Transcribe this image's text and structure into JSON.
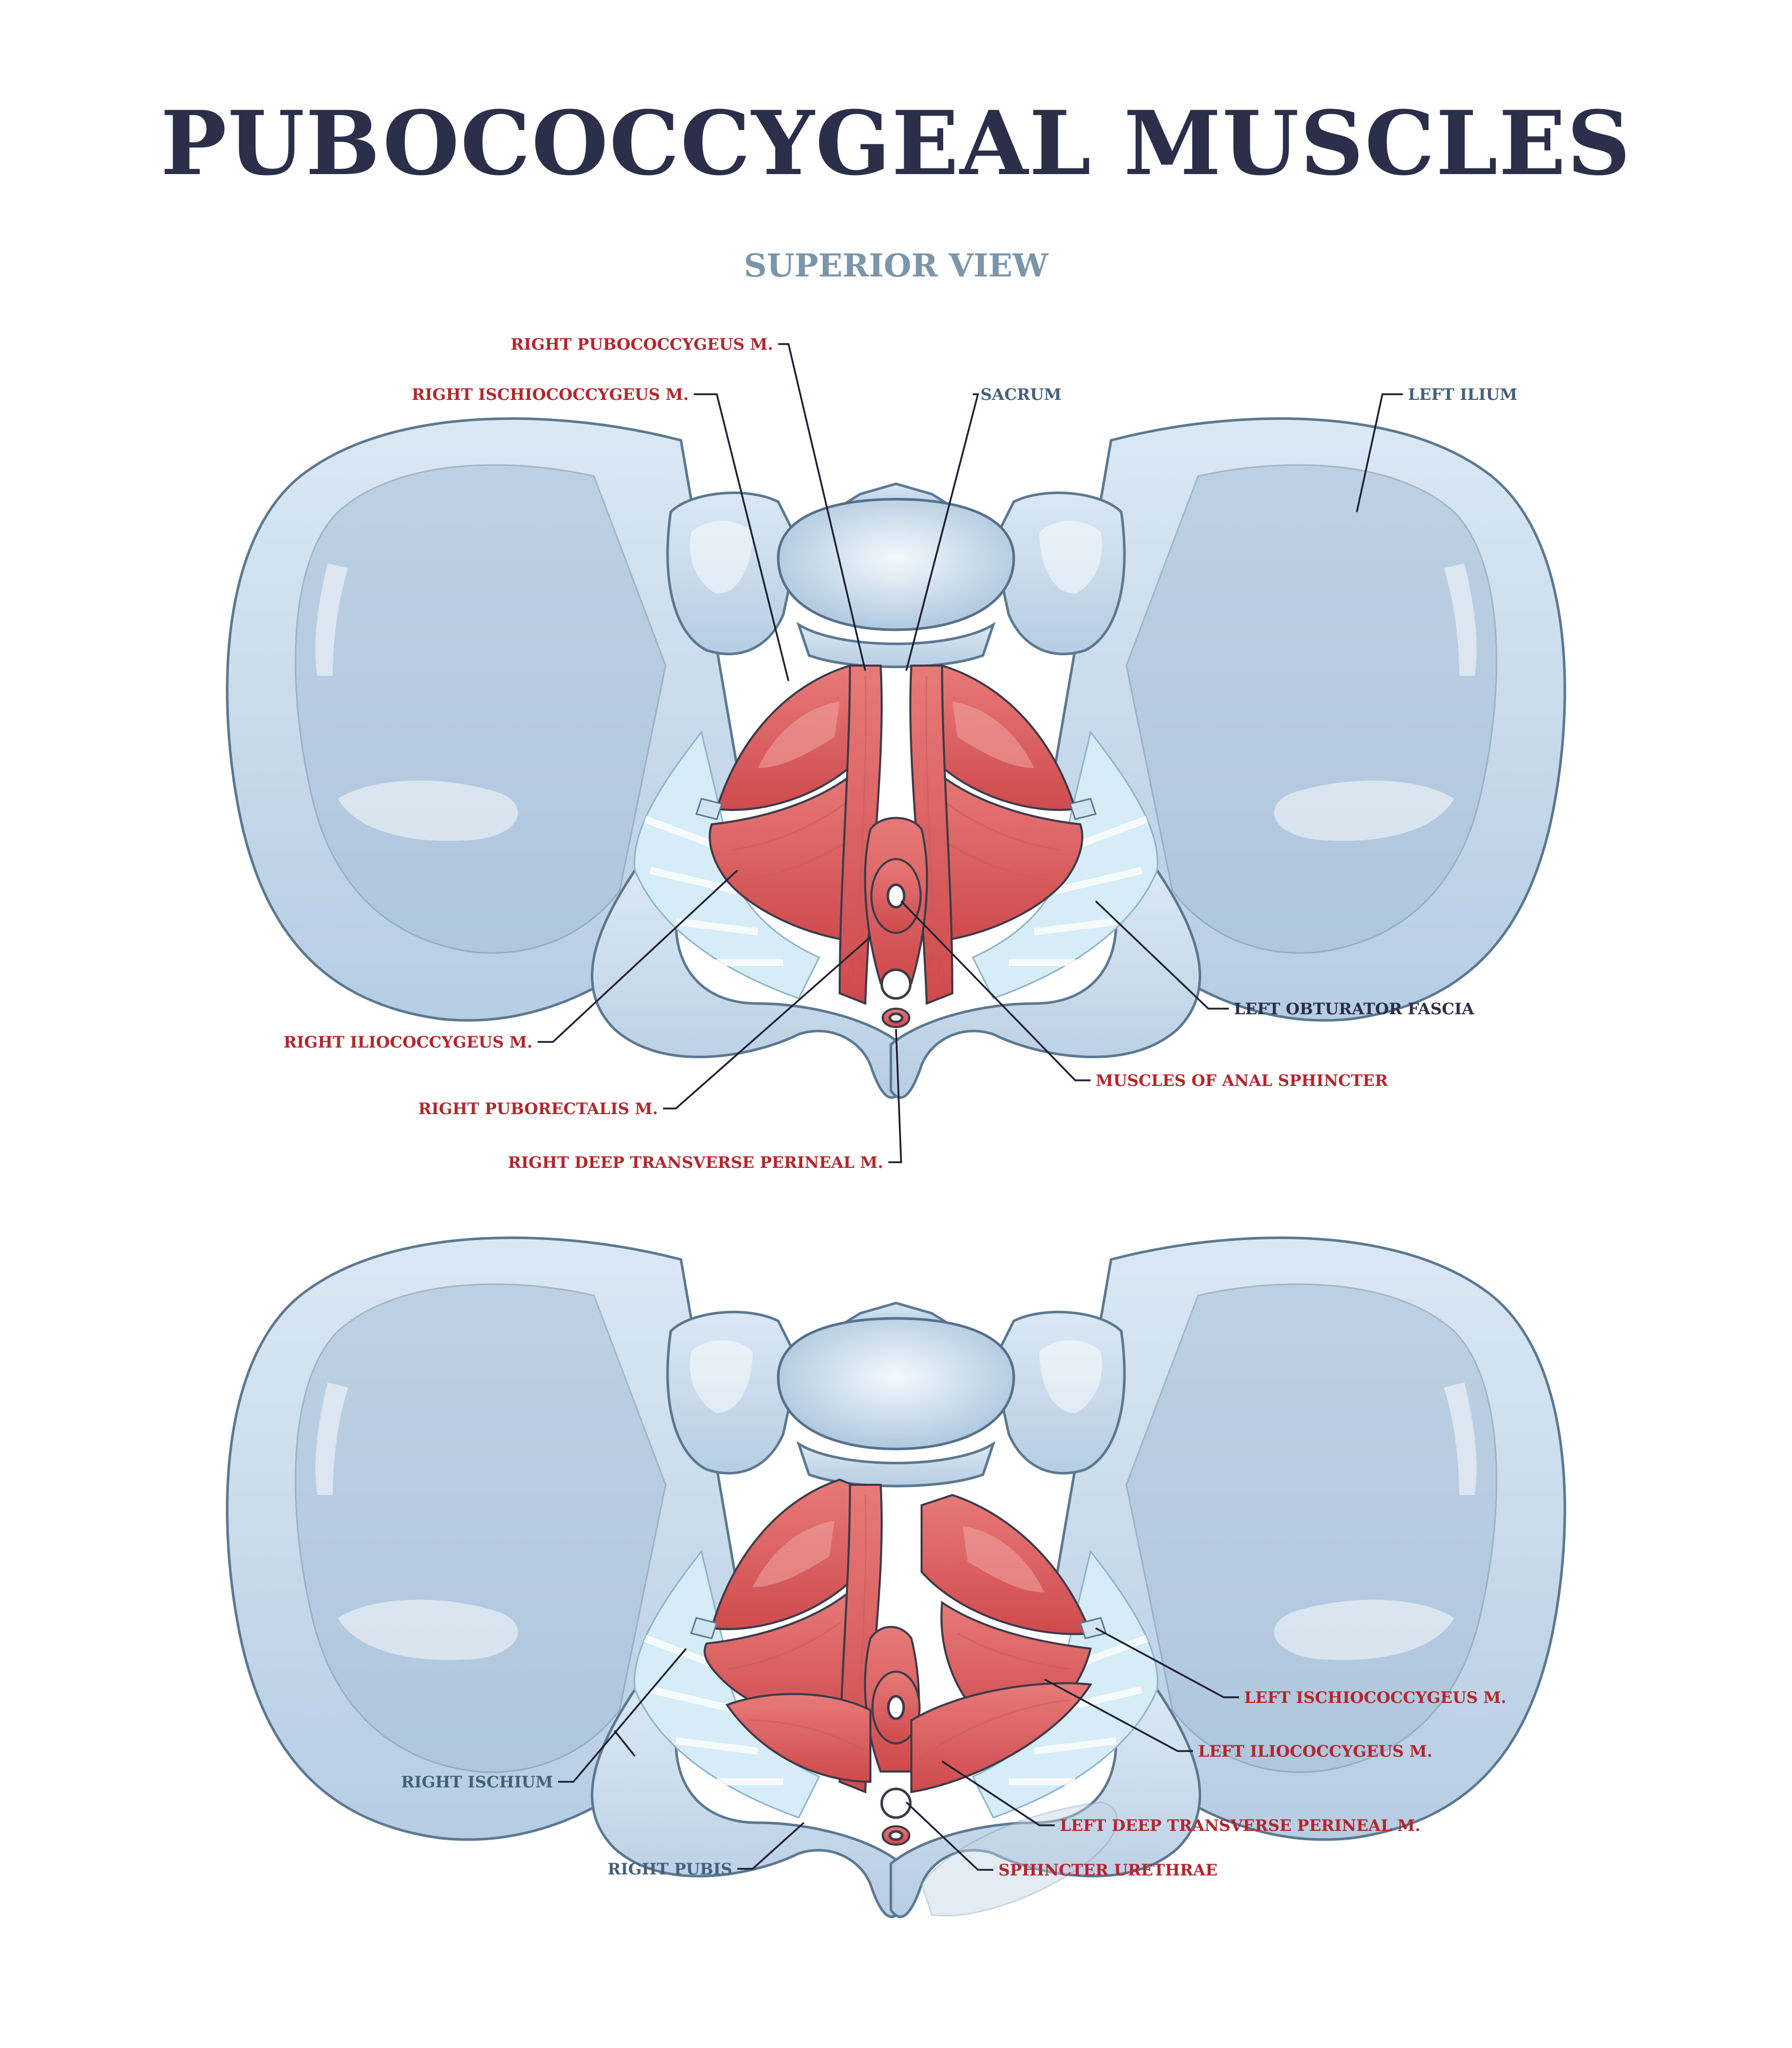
{
  "title": "PUBOCOCCYGEAL MUSCLES",
  "subtitle": "SUPERIOR VIEW",
  "colors": {
    "title": "#2b2f4a",
    "subtitle": "#7b95aa",
    "muscle_label": "#b3262d",
    "bone_label": "#46607a",
    "fascia_label": "#2b2f4a",
    "bone_fill": "#c9dcee",
    "muscle_fill": "#d9575a"
  },
  "top_diagram": {
    "labels": {
      "right_pubococcygeus": "RIGHT PUBOCOCCYGEUS M.",
      "right_ischiococcygeus": "RIGHT ISCHIOCOCCYGEUS M.",
      "sacrum": "SACRUM",
      "left_ilium": "LEFT ILIUM",
      "right_iliococcygeus": "RIGHT ILIOCOCCYGEUS M.",
      "left_obturator_fascia": "LEFT OBTURATOR FASCIA",
      "muscles_of_anal_sphincter": "MUSCLES OF ANAL SPHINCTER",
      "right_puborectalis": "RIGHT PUBORECTALIS M.",
      "right_deep_transverse_perineal": "RIGHT DEEP TRANSVERSE PERINEAL M."
    }
  },
  "bottom_diagram": {
    "labels": {
      "right_ischium": "RIGHT ISCHIUM",
      "left_ischiococcygeus": "LEFT ISCHIOCOCCYGEUS M.",
      "left_iliococcygeus": "LEFT ILIOCOCCYGEUS M.",
      "left_deep_transverse_perineal": "LEFT DEEP TRANSVERSE PERINEAL M.",
      "right_pubis": "RIGHT PUBIS",
      "sphincter_urethrae": "SPHINCTER URETHRAE"
    }
  }
}
